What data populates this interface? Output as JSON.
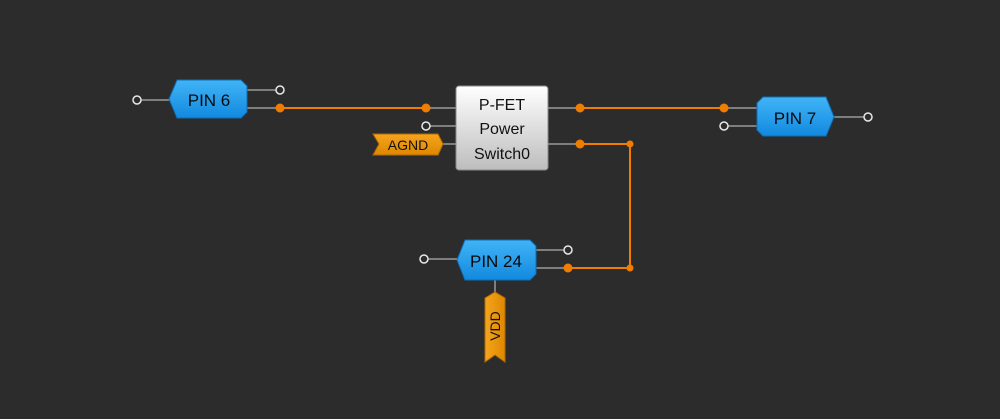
{
  "colors": {
    "background": "#2c2c2c",
    "wire_active": "#f07d00",
    "wire_inactive": "#9a9a9a",
    "pin_block_top": "#41b4f6",
    "pin_block_bottom": "#1289e0",
    "label_tag": "#e69400",
    "fet_block_top": "#ffffff",
    "fet_block_bottom": "#bdbdbd"
  },
  "blocks": {
    "pin6": {
      "label": "PIN 6"
    },
    "pin7": {
      "label": "PIN 7"
    },
    "pin24": {
      "label": "PIN 24"
    },
    "pfet": {
      "line1": "P-FET",
      "line2": "Power",
      "line3": "Switch0"
    }
  },
  "tags": {
    "agnd": "AGND",
    "vdd": "VDD"
  }
}
